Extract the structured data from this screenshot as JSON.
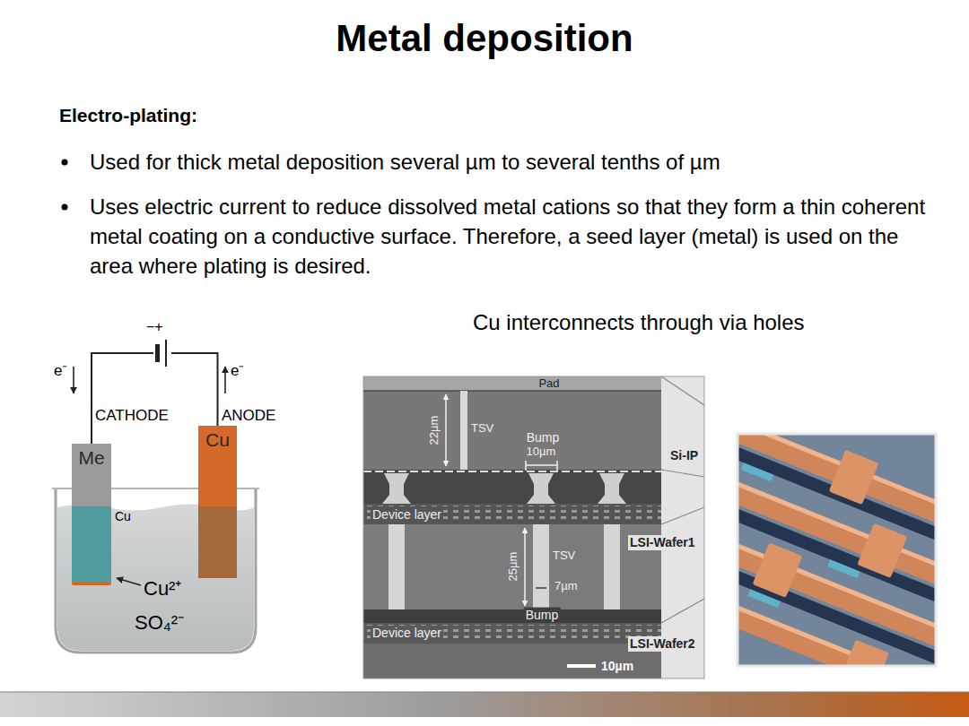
{
  "diagram": {
    "title": "Metal deposition",
    "nodes": [
      {
        "text": [
          "Me"
        ]
      },
      {
        "text": [
          "Cu"
        ]
      }
    ],
    "edges": [
      {
        "from": 0,
        "to": 1,
        "arrow": "none"
      }
    ],
    "labels": [
      "Electro-plating:",
      "Used for thick metal deposition several µm to several tenths of µm",
      "Uses electric current to reduce dissolved metal cations so that they form a thin coherent metal coating on a conductive surface. Therefore, a seed layer (metal) is used on the area where plating is desired.",
      "Cu interconnects through via holes",
      "−+",
      "e⁻",
      "e⁻",
      "CATHODE",
      "ANODE",
      "Cu",
      "Cu²⁺",
      "SO₄²⁻",
      "Pad",
      "22µm",
      "TSV",
      "Bump",
      "10µm",
      "Si-IP",
      "Device layer",
      "LSI-Wafer1",
      "25µm",
      "TSV",
      "7µm",
      "Bump",
      "Device layer",
      "LSI-Wafer2",
      "10µm"
    ]
  }
}
